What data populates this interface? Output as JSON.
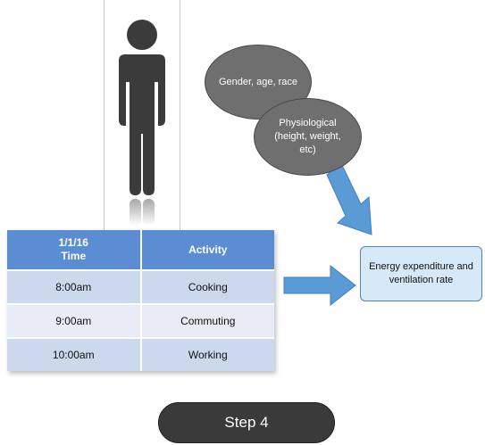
{
  "ellipses": {
    "demographics": "Gender, age, race",
    "physiological": "Physiological (height, weight, etc)"
  },
  "table": {
    "headers": [
      "1/1/16 Time",
      "Activity"
    ],
    "header_date": "1/1/16",
    "header_time": "Time",
    "header_activity": "Activity",
    "rows": [
      {
        "time": "8:00am",
        "activity": "Cooking"
      },
      {
        "time": "9:00am",
        "activity": "Commuting"
      },
      {
        "time": "10:00am",
        "activity": "Working"
      }
    ]
  },
  "output_box": {
    "label": "Energy expenditure and ventilation rate"
  },
  "step": {
    "label": "Step 4"
  },
  "colors": {
    "table_header": "#5b8dd2",
    "arrow": "#5b9bd5",
    "ellipse": "#6f6f6f",
    "person": "#3b3b3b",
    "output_box_fill": "#d6e9f8",
    "step_pill": "#3a3a3a"
  }
}
